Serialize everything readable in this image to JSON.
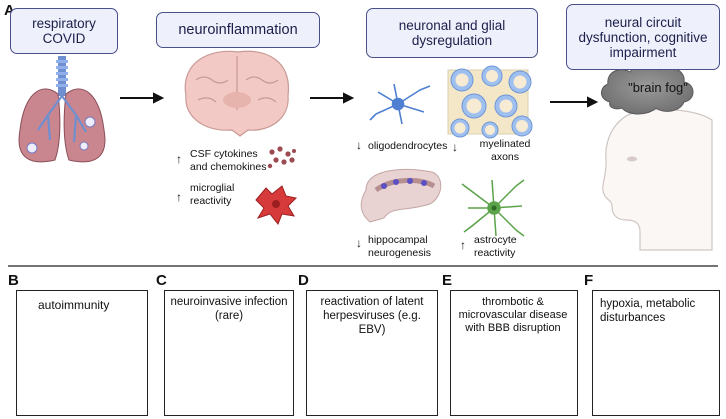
{
  "panel_a": {
    "letter": "A",
    "stage1": "respiratory COVID",
    "stage2": "neuroinflammation",
    "stage3": "neuronal and glial dysregulation",
    "stage4": "neural circuit dysfunction, cognitive impairment",
    "cytokines": "CSF cytokines and chemokines",
    "microglia": "microglial reactivity",
    "oligodendrocytes": "oligodendrocytes",
    "myelinated_axons": "myelinated axons",
    "hippocampal": "hippocampal neurogenesis",
    "astrocyte": "astrocyte reactivity",
    "brain_fog": "\"brain fog\"",
    "up_arrow": "↑",
    "down_arrow": "↓"
  },
  "panel_b": {
    "letter": "B",
    "title": "autoimmunity"
  },
  "panel_c": {
    "letter": "C",
    "title": "neuroinvasive infection (rare)"
  },
  "panel_d": {
    "letter": "D",
    "title": "reactivation of latent herpesviruses (e.g. EBV)"
  },
  "panel_e": {
    "letter": "E",
    "title": "thrombotic & microvascular disease with BBB disruption"
  },
  "panel_f": {
    "letter": "F",
    "title": "hypoxia, metabolic disturbances"
  },
  "colors": {
    "box_border": "#4a4f8a",
    "box_fill": "#eef0fb",
    "brain": "#f2c9c4",
    "lung": "#c9868f",
    "microglia": "#d63a3a",
    "astrocyte": "#5aa34a",
    "oligodendrocyte": "#4f7fd1"
  }
}
